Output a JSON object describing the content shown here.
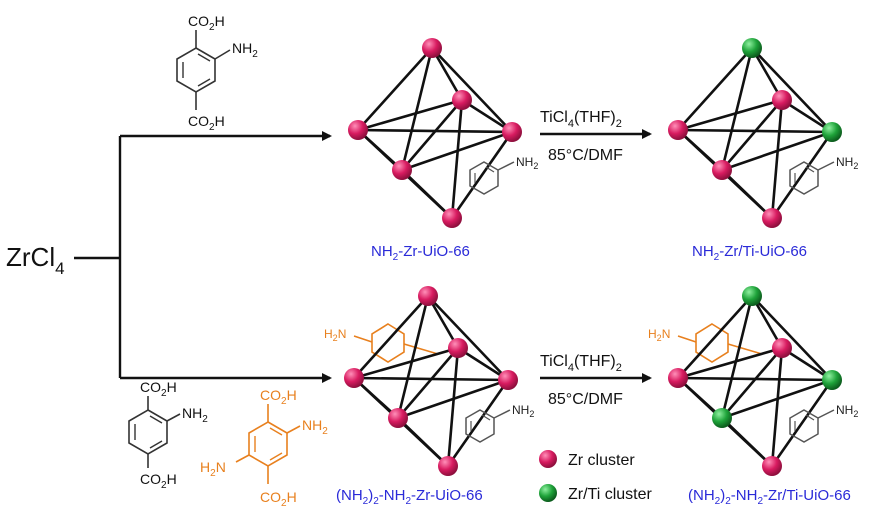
{
  "start": {
    "reagent": "ZrCl",
    "sub": "4"
  },
  "linker_top": {
    "group1": "CO",
    "sub1": "2",
    "end1": "H",
    "amino": "NH",
    "amino_sub": "2",
    "group2": "CO",
    "sub2": "2",
    "end2": "H"
  },
  "linker_bottom_a": {
    "group1": "CO",
    "sub1": "2",
    "end1": "H",
    "amino": "NH",
    "amino_sub": "2",
    "group2": "CO",
    "sub2": "2",
    "end2": "H"
  },
  "linker_bottom_b": {
    "group1": "CO",
    "sub1": "2",
    "end1": "H",
    "amino_right": "NH",
    "amino_right_sub": "2",
    "amino_left": "H",
    "amino_left_sub": "2",
    "amino_left_end": "N",
    "group2": "CO",
    "sub2": "2",
    "end2": "H"
  },
  "frame_amino": {
    "main": "NH",
    "sub": "2"
  },
  "orange_amino": {
    "pre": "H",
    "sub": "2",
    "post": "N"
  },
  "conditions": {
    "reagent": "TiCl",
    "reagent_sub": "4",
    "reagent_end": "(THF)",
    "reagent_end_sub": "2",
    "temp": "85°C/DMF"
  },
  "labels": {
    "p1": {
      "a": "NH",
      "a_sub": "2",
      "b": "-Zr-UiO-66"
    },
    "p2": {
      "a": "NH",
      "a_sub": "2",
      "b": "-Zr/Ti-UiO-66"
    },
    "p3": {
      "a": "(NH",
      "a_sub": "2",
      "b": ")",
      "b_sub": "2",
      "c": "-NH",
      "c_sub": "2",
      "d": "-Zr-UiO-66"
    },
    "p4": {
      "a": "(NH",
      "a_sub": "2",
      "b": ")",
      "b_sub": "2",
      "c": "-NH",
      "c_sub": "2",
      "d": "-Zr/Ti-UiO-66"
    }
  },
  "legend": {
    "zr": "Zr cluster",
    "zrti": "Zr/Ti cluster"
  },
  "colors": {
    "zr": "#d81b60",
    "zrti": "#1fa33a",
    "label": "#2a2ad8",
    "orange": "#e8801e",
    "line": "#111111"
  }
}
